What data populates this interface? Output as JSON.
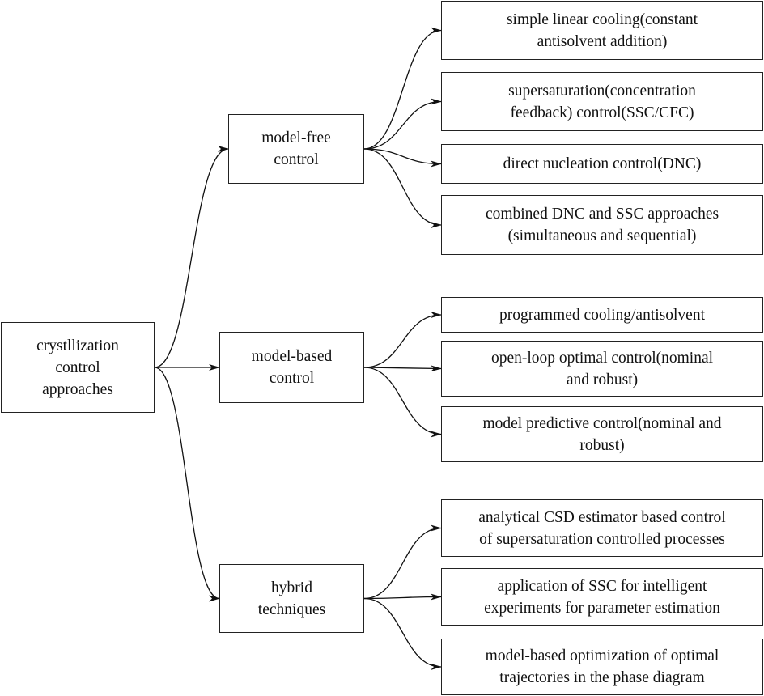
{
  "diagram": {
    "root": {
      "label": "crystllization\ncontrol\napproaches"
    },
    "categories": [
      {
        "label": "model-free\ncontrol",
        "children": [
          "simple linear cooling(constant\nantisolvent addition)",
          "supersaturation(concentration\nfeedback) control(SSC/CFC)",
          "direct nucleation control(DNC)",
          "combined DNC and SSC approaches\n(simultaneous and sequential)"
        ]
      },
      {
        "label": "model-based\ncontrol",
        "children": [
          "programmed cooling/antisolvent",
          "open-loop optimal control(nominal\nand robust)",
          "model predictive control(nominal and\nrobust)"
        ]
      },
      {
        "label": "hybrid\ntechniques",
        "children": [
          "analytical CSD estimator based control\nof supersaturation controlled processes",
          "application of SSC for intelligent\nexperiments for parameter estimation",
          "model-based optimization of optimal\ntrajectories in the phase diagram"
        ]
      }
    ],
    "colors": {
      "line": "#111111",
      "border": "#222222",
      "background": "#ffffff"
    }
  }
}
